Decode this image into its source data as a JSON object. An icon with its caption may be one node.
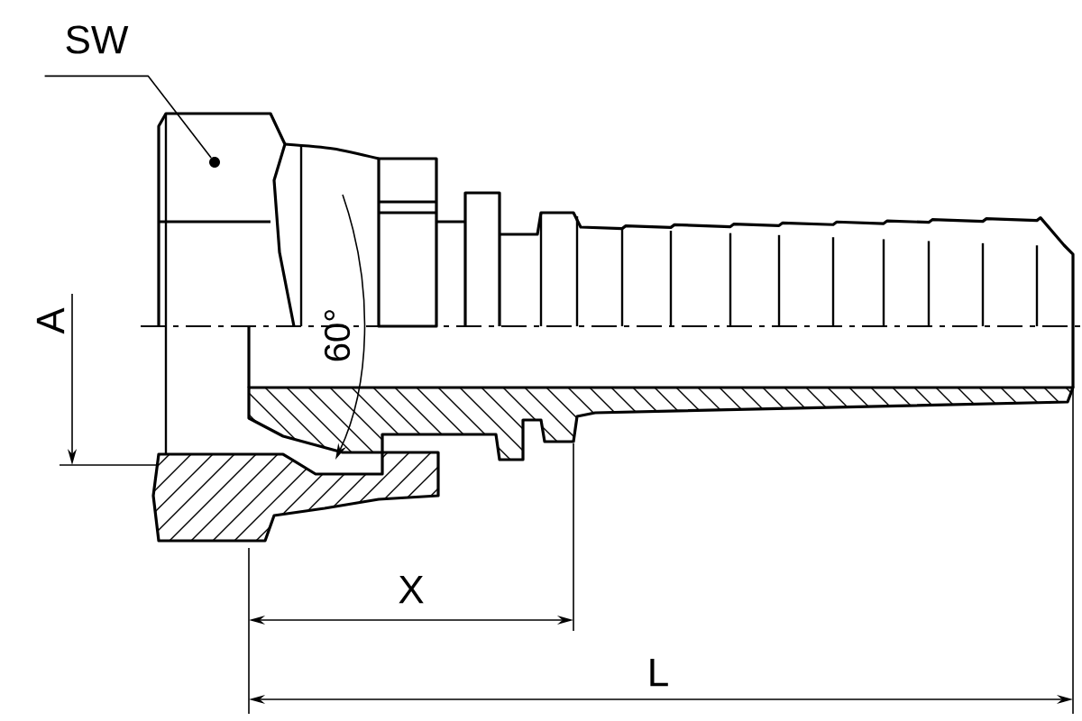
{
  "diagram": {
    "nodes": [
      {
        "text": [
          "SW"
        ]
      },
      {
        "text": [],
        "shape": "circle"
      }
    ],
    "edges": [
      {
        "from": 0,
        "to": 1,
        "arrow": "none"
      }
    ],
    "labels": [
      "A",
      "60°",
      "X",
      "L"
    ]
  }
}
